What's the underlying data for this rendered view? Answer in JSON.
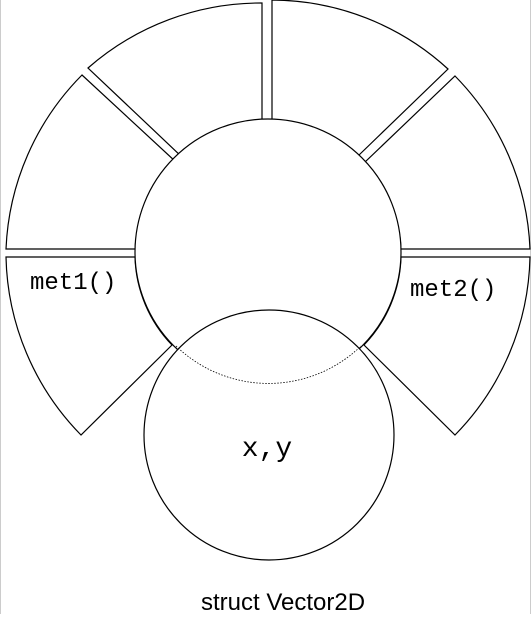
{
  "diagram": {
    "caption": "struct Vector2D",
    "core_label": "x,y",
    "method_left": "met1()",
    "method_right": "met2()"
  },
  "colors": {
    "stroke": "#000000",
    "background": "#ffffff"
  }
}
